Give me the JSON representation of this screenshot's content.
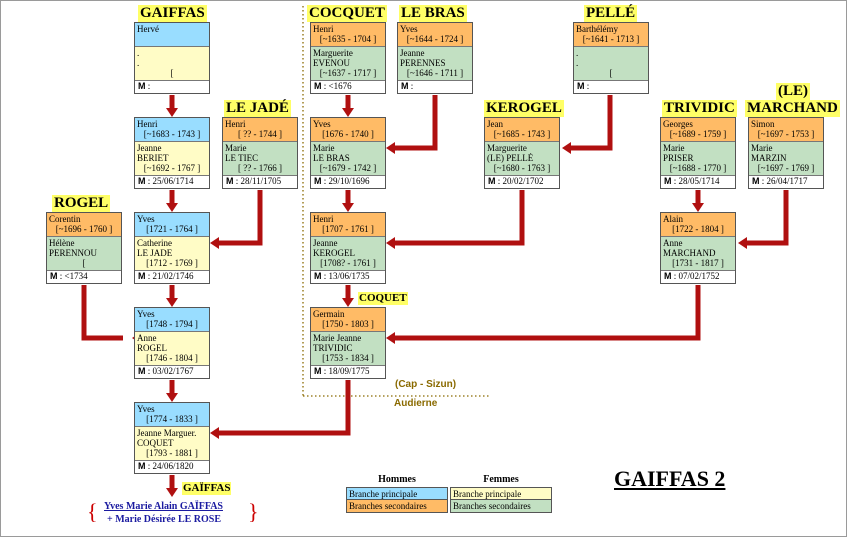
{
  "title": "GAIFFAS 2",
  "families": {
    "gaiffas": "GAIFFAS",
    "le_jade": "LE JADÉ",
    "rogel": "ROGEL",
    "cocquet": "COCQUET",
    "le_bras": "LE BRAS",
    "pelle": "PELLÉ",
    "kerogel": "KEROGEL",
    "trividic": "TRIVIDIC",
    "le_marchand_1": "(LE)",
    "le_marchand_2": "MARCHAND",
    "coquet": "COQUET",
    "gaiffas_desc": "GAÏFFAS"
  },
  "cards": {
    "herve": {
      "husband": "Hervé",
      "husband_dates": "",
      "wife": ".",
      "wife_line2": ".",
      "wife_dates": "[",
      "marriage_label": "M",
      "marriage": ":"
    },
    "henri_g": {
      "husband": "Henri",
      "husband_dates": "[~1683 - 1743 ]",
      "wife": "Jeanne",
      "wife_line2": "BERIET",
      "wife_dates": "[~1692 - 1767 ]",
      "marriage_label": "M",
      "marriage": ": 25/06/1714"
    },
    "henri_j": {
      "husband": "Henri",
      "husband_dates": "[ ?? - 1744 ]",
      "wife": "Marie",
      "wife_line2": "LE TIEC",
      "wife_dates": "[ ?? - 1766 ]",
      "marriage_label": "M",
      "marriage": ": 28/11/1705"
    },
    "corentin": {
      "husband": "Corentin",
      "husband_dates": "[~1696 - 1760 ]",
      "wife": "Hélène",
      "wife_line2": "PERENNOU",
      "wife_dates": "[",
      "marriage_label": "M",
      "marriage": ": <1734"
    },
    "yves_1721": {
      "husband": "Yves",
      "husband_dates": "[1721 - 1764 ]",
      "wife": "Catherine",
      "wife_line2": "LE JADE",
      "wife_dates": "[1712 - 1769 ]",
      "marriage_label": "M",
      "marriage": ": 21/02/1746"
    },
    "yves_1748": {
      "husband": "Yves",
      "husband_dates": "[1748 - 1794 ]",
      "wife": "Anne",
      "wife_line2": "ROGEL",
      "wife_dates": "[1746 - 1804 ]",
      "marriage_label": "M",
      "marriage": ": 03/02/1767"
    },
    "yves_1774": {
      "husband": "Yves",
      "husband_dates": "[1774 - 1833 ]",
      "wife": "Jeanne Marguer.",
      "wife_line2": "COQUET",
      "wife_dates": "[1793 - 1881 ]",
      "marriage_label": "M",
      "marriage": ": 24/06/1820"
    },
    "henri_c": {
      "husband": "Henri",
      "husband_dates": "[~1635 - 1704 ]",
      "wife": "Marguerite",
      "wife_line2": "EVENOU",
      "wife_dates": "[~1637 - 1717 ]",
      "marriage_label": "M",
      "marriage": ": <1676"
    },
    "yves_lb": {
      "husband": "Yves",
      "husband_dates": "[~1644 - 1724 ]",
      "wife": "Jeanne",
      "wife_line2": "PERENNES",
      "wife_dates": "[~1646 - 1711 ]",
      "marriage_label": "M",
      "marriage": ":"
    },
    "barthelemy": {
      "husband": "Barthélémy",
      "husband_dates": "[~1641 - 1713 ]",
      "wife": ".",
      "wife_line2": ".",
      "wife_dates": "[",
      "marriage_label": "M",
      "marriage": ":"
    },
    "yves_1676": {
      "husband": "Yves",
      "husband_dates": "[1676 - 1740 ]",
      "wife": "Marie",
      "wife_line2": "LE BRAS",
      "wife_dates": "[~1679 - 1742 ]",
      "marriage_label": "M",
      "marriage": ": 29/10/1696"
    },
    "jean_k": {
      "husband": "Jean",
      "husband_dates": "[~1685 - 1743 ]",
      "wife": "Marguerite",
      "wife_line2": "(LE) PELLÉ",
      "wife_dates": "[~1680 - 1763 ]",
      "marriage_label": "M",
      "marriage": ": 20/02/1702"
    },
    "georges": {
      "husband": "Georges",
      "husband_dates": "[~1689 - 1759 ]",
      "wife": "Marie",
      "wife_line2": "PRISER",
      "wife_dates": "[~1688 - 1770 ]",
      "marriage_label": "M",
      "marriage": ": 28/05/1714"
    },
    "simon": {
      "husband": "Simon",
      "husband_dates": "[~1697 - 1753 ]",
      "wife": "Marie",
      "wife_line2": "MARZIN",
      "wife_dates": "[~1697 - 1769 ]",
      "marriage_label": "M",
      "marriage": ": 26/04/1717"
    },
    "henri_1707": {
      "husband": "Henri",
      "husband_dates": "[1707 - 1761 ]",
      "wife": "Jeanne",
      "wife_line2": "KEROGEL",
      "wife_dates": "[1708? - 1761 ]",
      "marriage_label": "M",
      "marriage": ": 13/06/1735"
    },
    "alain": {
      "husband": "Alain",
      "husband_dates": "[1722 - 1804 ]",
      "wife": "Anne",
      "wife_line2": "MARCHAND",
      "wife_dates": "[1731 - 1817 ]",
      "marriage_label": "M",
      "marriage": ": 07/02/1752"
    },
    "germain": {
      "husband": "Germain",
      "husband_dates": "[1750 - 1803 ]",
      "wife": "Marie Jeanne",
      "wife_line2": "TRIVIDIC",
      "wife_dates": "[1753 - 1834 ]",
      "marriage_label": "M",
      "marriage": ": 18/09/1775"
    }
  },
  "regions": {
    "cap_sizun": "(Cap - Sizun)",
    "audierne": "Audierne"
  },
  "legend": {
    "men_header": "Hommes",
    "women_header": "Femmes",
    "men_main": "Branche principale",
    "men_secondary": "Branches secondaires",
    "women_main": "Branche principale",
    "women_secondary": "Branches secondaires"
  },
  "descendants": {
    "line1": "Yves Marie Alain GAÏFFAS",
    "line2": "+ Marie Désirée LE ROSE"
  },
  "colors": {
    "main_husband": "#99ddff",
    "secondary_husband": "#ffbb66",
    "main_wife": "#fffcc6",
    "secondary_wife": "#c2e0c2",
    "connector": "#cc0000",
    "label_bg": "#ffff66"
  }
}
